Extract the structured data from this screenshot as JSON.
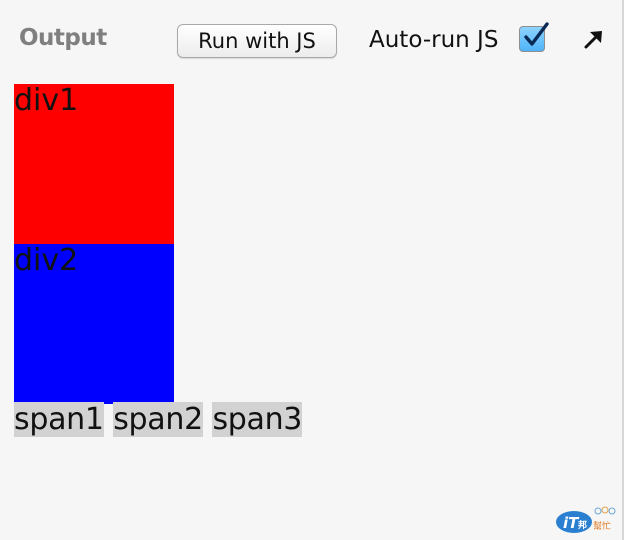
{
  "header": {
    "title": "Output",
    "run_button_label": "Run with JS",
    "autorun_label": "Auto-run JS",
    "autorun_checked": true,
    "popout_icon": "popout-arrow-icon"
  },
  "result": {
    "divs": [
      {
        "label": "div1",
        "color": "#ff0000"
      },
      {
        "label": "div2",
        "color": "#0000ff"
      }
    ],
    "spans": [
      "span1",
      "span2",
      "span3"
    ],
    "span_background": "#d2d2d2"
  },
  "watermark": {
    "logo_icon": "ithome-logo-icon",
    "text": "iT邦幫忙"
  }
}
